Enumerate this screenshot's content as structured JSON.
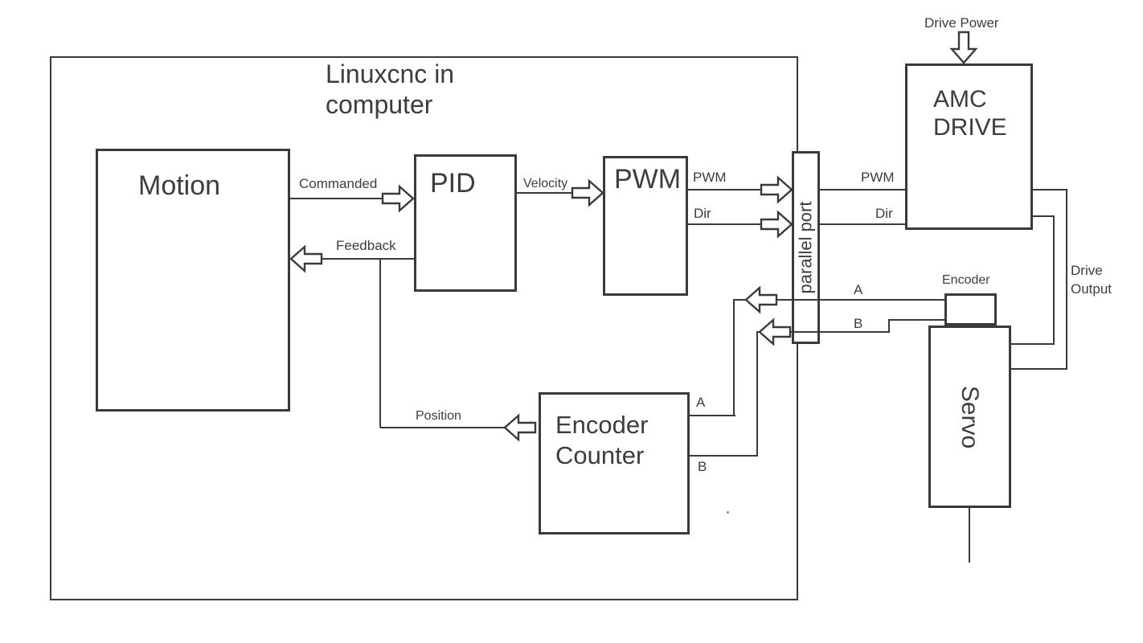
{
  "diagram": {
    "title": {
      "line1": "Linuxcnc in",
      "line2": "computer"
    },
    "blocks": {
      "motion": {
        "label": "Motion"
      },
      "pid": {
        "label": "PID"
      },
      "pwm": {
        "label": "PWM"
      },
      "parallel_port": {
        "label": "parallel port"
      },
      "amc_drive": {
        "line1": "AMC",
        "line2": "DRIVE"
      },
      "encoder": {
        "label": "Encoder"
      },
      "servo": {
        "label": "Servo"
      },
      "encoder_counter": {
        "line1": "Encoder",
        "line2": "Counter"
      }
    },
    "wire_labels": {
      "commanded": "Commanded",
      "feedback": "Feedback",
      "velocity": "Velocity",
      "pwm_to_port": "PWM",
      "dir_to_port": "Dir",
      "pwm_to_drive": "PWM",
      "dir_to_drive": "Dir",
      "a_at_port": "A",
      "b_at_port": "B",
      "a_at_counter": "A",
      "b_at_counter": "B",
      "position": "Position",
      "drive_power": "Drive Power",
      "drive_output_line1": "Drive",
      "drive_output_line2": "Output"
    },
    "colors": {
      "line": "#3a3a3a",
      "text": "#3d3d3d",
      "background": "#ffffff"
    }
  }
}
